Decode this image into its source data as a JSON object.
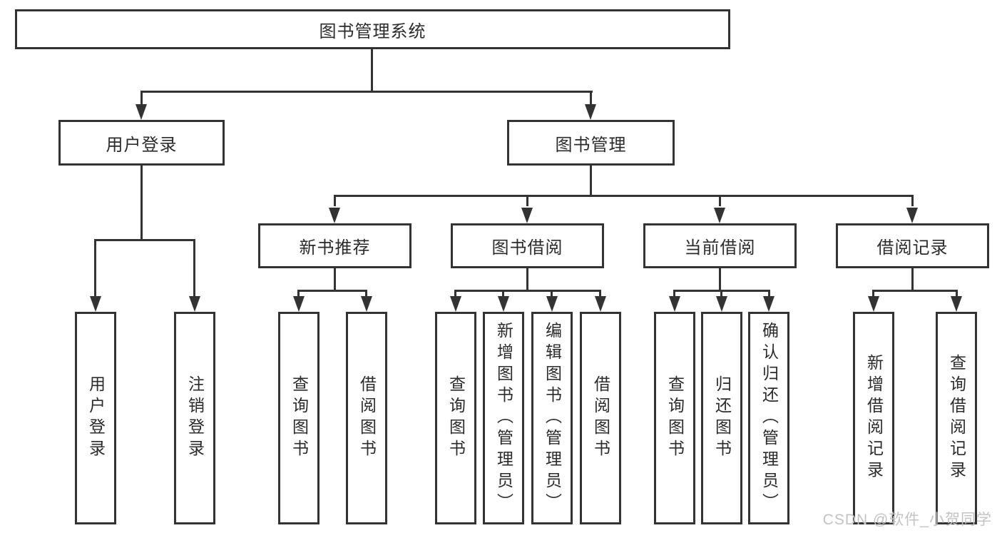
{
  "diagram": {
    "root": {
      "label": "图书管理系统"
    },
    "branches": [
      {
        "label": "用户登录",
        "children": [
          {
            "label": "用户登录"
          },
          {
            "label": "注销登录"
          }
        ]
      },
      {
        "label": "图书管理",
        "children": [
          {
            "label": "新书推荐",
            "children": [
              {
                "label": "查询图书"
              },
              {
                "label": "借阅图书"
              }
            ]
          },
          {
            "label": "图书借阅",
            "children": [
              {
                "label": "查询图书"
              },
              {
                "label": "新增图书（管理员）"
              },
              {
                "label": "编辑图书（管理员）"
              },
              {
                "label": "借阅图书"
              }
            ]
          },
          {
            "label": "当前借阅",
            "children": [
              {
                "label": "查询图书"
              },
              {
                "label": "归还图书"
              },
              {
                "label": "确认归还（管理员）"
              }
            ]
          },
          {
            "label": "借阅记录",
            "children": [
              {
                "label": "新增借阅记录"
              },
              {
                "label": "查询借阅记录"
              }
            ]
          }
        ]
      }
    ]
  },
  "watermark": {
    "text": "CSDN @软件_小贺同学"
  },
  "colors": {
    "line": "#333333",
    "box_border": "#333333",
    "text": "#2b2b2b",
    "watermark": "#c3c3c3",
    "background": "#ffffff"
  }
}
